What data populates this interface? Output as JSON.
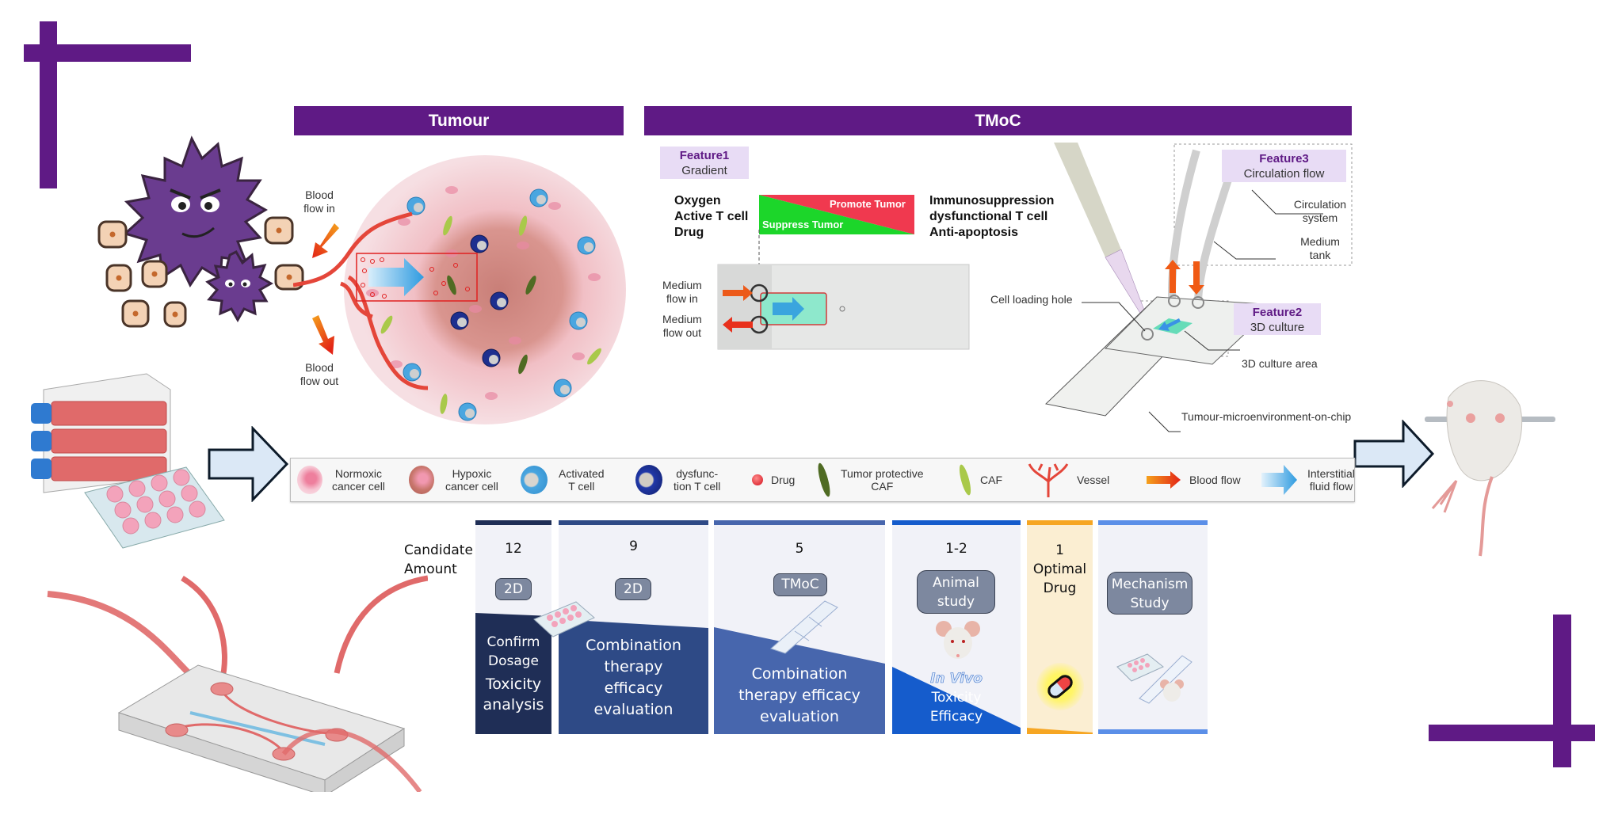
{
  "headers": {
    "tumour": "Tumour",
    "tmoc": "TMoC"
  },
  "tumour_panel": {
    "blood_flow_in": [
      "Blood",
      "flow in"
    ],
    "blood_flow_out": [
      "Blood",
      "flow out"
    ]
  },
  "tmoc_panel": {
    "feature1": {
      "title": "Feature1",
      "subtitle": "Gradient"
    },
    "feature2": {
      "title": "Feature2",
      "subtitle": "3D culture"
    },
    "feature3": {
      "title": "Feature3",
      "subtitle": "Circulation flow"
    },
    "gradient_left": [
      "Oxygen",
      "Active T cell",
      "Drug"
    ],
    "gradient_right": [
      "Immunosuppression",
      "dysfunctional T cell",
      "Anti-apoptosis"
    ],
    "promote_label": "Promote Tumor",
    "suppress_label": "Suppress Tumor",
    "medium_in": [
      "Medium",
      "flow in"
    ],
    "medium_out": [
      "Medium",
      "flow out"
    ],
    "cell_loading_hole": "Cell loading hole",
    "circulation_system": [
      "Circulation",
      "system"
    ],
    "medium_tank": [
      "Medium",
      "tank"
    ],
    "culture_area": "3D culture area",
    "chip_label": "Tumour-microenvironment-on-chip"
  },
  "legend": [
    {
      "icon": "normoxic-cancer-cell-icon",
      "label": [
        "Normoxic",
        "cancer cell"
      ],
      "color": "#f3b7c6"
    },
    {
      "icon": "hypoxic-cancer-cell-icon",
      "label": [
        "Hypoxic",
        "cancer cell"
      ],
      "color": "#c8766c"
    },
    {
      "icon": "activated-t-cell-icon",
      "label": [
        "Activated",
        "T cell"
      ],
      "color": "#4aa6e0"
    },
    {
      "icon": "dysfunction-t-cell-icon",
      "label": [
        "dysfunc-",
        "tion T cell"
      ],
      "color": "#1d2f8f"
    },
    {
      "icon": "drug-icon",
      "label": [
        "Drug"
      ],
      "color": "#e0202a"
    },
    {
      "icon": "tumor-protective-caf-icon",
      "label": [
        "Tumor protective",
        "CAF"
      ],
      "color": "#4f6b23"
    },
    {
      "icon": "caf-icon",
      "label": [
        "CAF"
      ],
      "color": "#a9c94a"
    },
    {
      "icon": "vessel-icon",
      "label": [
        "Vessel"
      ],
      "color": "#e4463a"
    },
    {
      "icon": "blood-flow-arrow-icon",
      "label": [
        "Blood flow"
      ],
      "color": "#e8401c"
    },
    {
      "icon": "interstitial-flow-arrow-icon",
      "label": [
        "Interstitial",
        "fluid flow"
      ],
      "color": "#3aa5de"
    }
  ],
  "pipeline": {
    "candidate_label": [
      "Candidate",
      "Amount"
    ],
    "stages": [
      {
        "count": "12",
        "model": "2D",
        "description": [
          "Confirm",
          "Dosage",
          "Toxicity",
          "analysis"
        ],
        "color": "#1f2e56",
        "bar": "#1f2e56"
      },
      {
        "count": "9",
        "model": "2D",
        "description": [
          "Combination",
          "therapy",
          "efficacy",
          "evaluation"
        ],
        "color": "#2e4a86",
        "bar": "#2e4a86"
      },
      {
        "count": "5",
        "model": "TMoC",
        "description": [
          "Combination",
          "therapy efficacy",
          "evaluation"
        ],
        "color": "#4766ad",
        "bar": "#4766ad"
      },
      {
        "count": "1-2",
        "model": [
          "Animal",
          "study"
        ],
        "description": [
          "In Vivo",
          "Toxicity",
          "Efficacy"
        ],
        "color": "#155ccc",
        "bar": "#155ccc"
      },
      {
        "count": "1",
        "model": [
          "Optimal",
          "Drug"
        ],
        "description": [],
        "color": "#f6a623",
        "bar": "#f6a623"
      },
      {
        "count": "",
        "model": [
          "Mechanism",
          "Study"
        ],
        "description": [],
        "color": "#5b8fe8",
        "bar": "#5b8fe8"
      }
    ]
  },
  "colors": {
    "brand_purple": "#5f1a85",
    "feature_bg": "#e8dcf5",
    "arrow_fill": "#dbe8f6",
    "arrow_stroke": "#0d1b2a"
  }
}
